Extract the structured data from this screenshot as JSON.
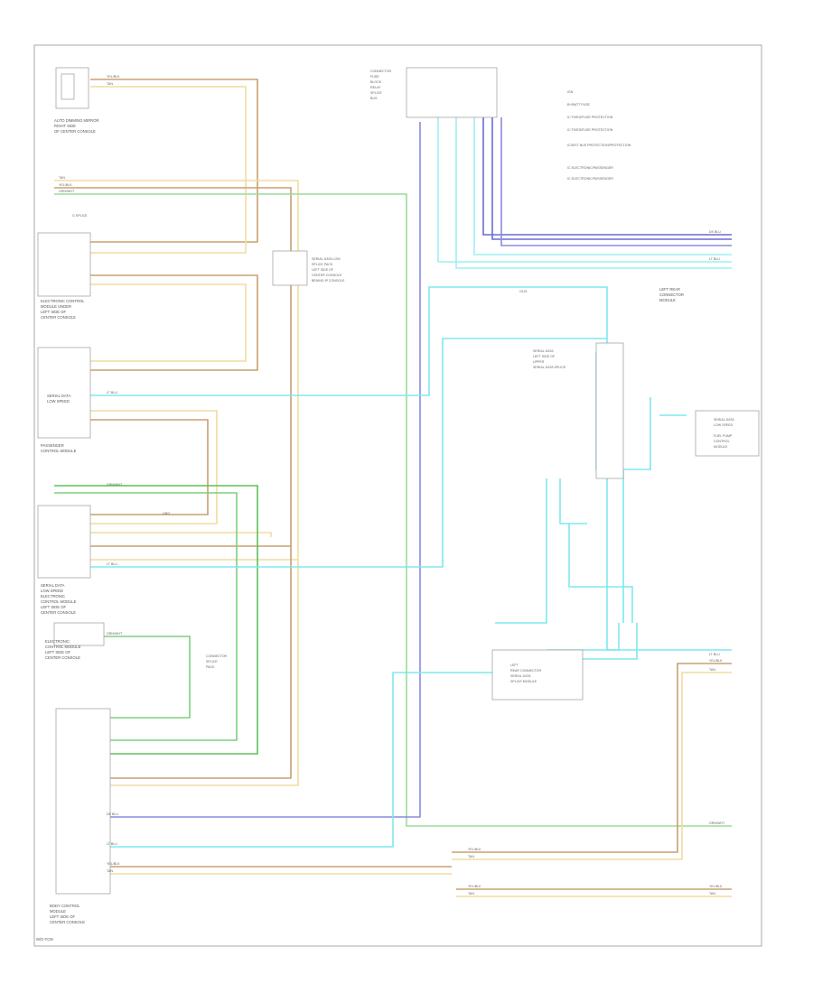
{
  "legend": {
    "items": [
      {
        "sym": "",
        "label": "IGN"
      },
      {
        "sym": "",
        "label": "B+/BATT FUSE"
      },
      {
        "sym": "",
        "label": "IC FIXED/FUSE PROTECTION"
      },
      {
        "sym": "",
        "label": "IC FIXED/FUSE PROTECTION"
      },
      {
        "sym": "",
        "label": "IC/DIST BUS PROTECTION/PROTECTION"
      },
      {
        "sym": "",
        "label": "IC ELECTRONIC/PASSENGER"
      },
      {
        "sym": "",
        "label": "IC ELECTRONIC/PASSENGER"
      }
    ]
  },
  "components": {
    "top_left": [
      "AUTO DIMMING MIRROR",
      "RIGHT SIDE",
      "OF CENTER CONSOLE"
    ],
    "splice_left": "G SPLICE",
    "comp2": [
      "ELECTRONIC CONTROL",
      "MODULE UNDER",
      "LEFT SIDE OF",
      "CENTER CONSOLE"
    ],
    "comp3": [
      "SERIAL DATA",
      "LOW SPEED"
    ],
    "comp4": [
      "PASSENGER",
      "CONTROL MODULE"
    ],
    "comp5": [
      "SERIAL DATA",
      "LOW SPEED",
      "ELECTRONIC",
      "CONTROL MODULE",
      "LEFT SIDE OF",
      "CENTER CONSOLE"
    ],
    "comp6": [
      "ELECTRONIC",
      "CONTROL MODULE",
      "LEFT SIDE OF",
      "CENTER CONSOLE"
    ],
    "comp7": [
      "BODY CONTROL",
      "MODULE",
      "LEFT SIDE OF",
      "CENTER CONSOLE"
    ],
    "top_center": [
      "CONNECTOR",
      "FUSE",
      "BLOCK",
      "RELAY",
      "SPLICE",
      "BUS"
    ],
    "right_mid": [
      "LEFT REAR",
      "CONNECTOR",
      "MODULE"
    ],
    "right_side": [
      "SERIAL DATA",
      "LOW SPEED",
      "FUEL PUMP",
      "CONTROL",
      "MODULE"
    ],
    "splice_mid": [
      "SERIAL DATA",
      "LEFT SIDE OF",
      "UPPER",
      "SERIAL DATA SPLICE"
    ],
    "bottom_right_comp": [
      "LEFT",
      "REAR CONNECTOR",
      "SERIAL DATA",
      "SPLICE MODULE"
    ],
    "ground_label": "G101",
    "connector_note": [
      "CONNECTOR",
      "SPLICE",
      "PACK"
    ],
    "center_note": [
      "SERIAL DATA LOW",
      "SPLICE PACK",
      "LEFT SIDE OF",
      "CENTER CONSOLE",
      "BEHIND IP CONSOLE"
    ]
  },
  "wire_labels": {
    "tan": "TAN",
    "yel_blk": "YEL/BLK",
    "grn_wht": "GRN/WHT",
    "lt_blu": "LT BLU",
    "dk_blu": "DK BLU",
    "org": "ORG"
  },
  "footer": "W/O FCM"
}
